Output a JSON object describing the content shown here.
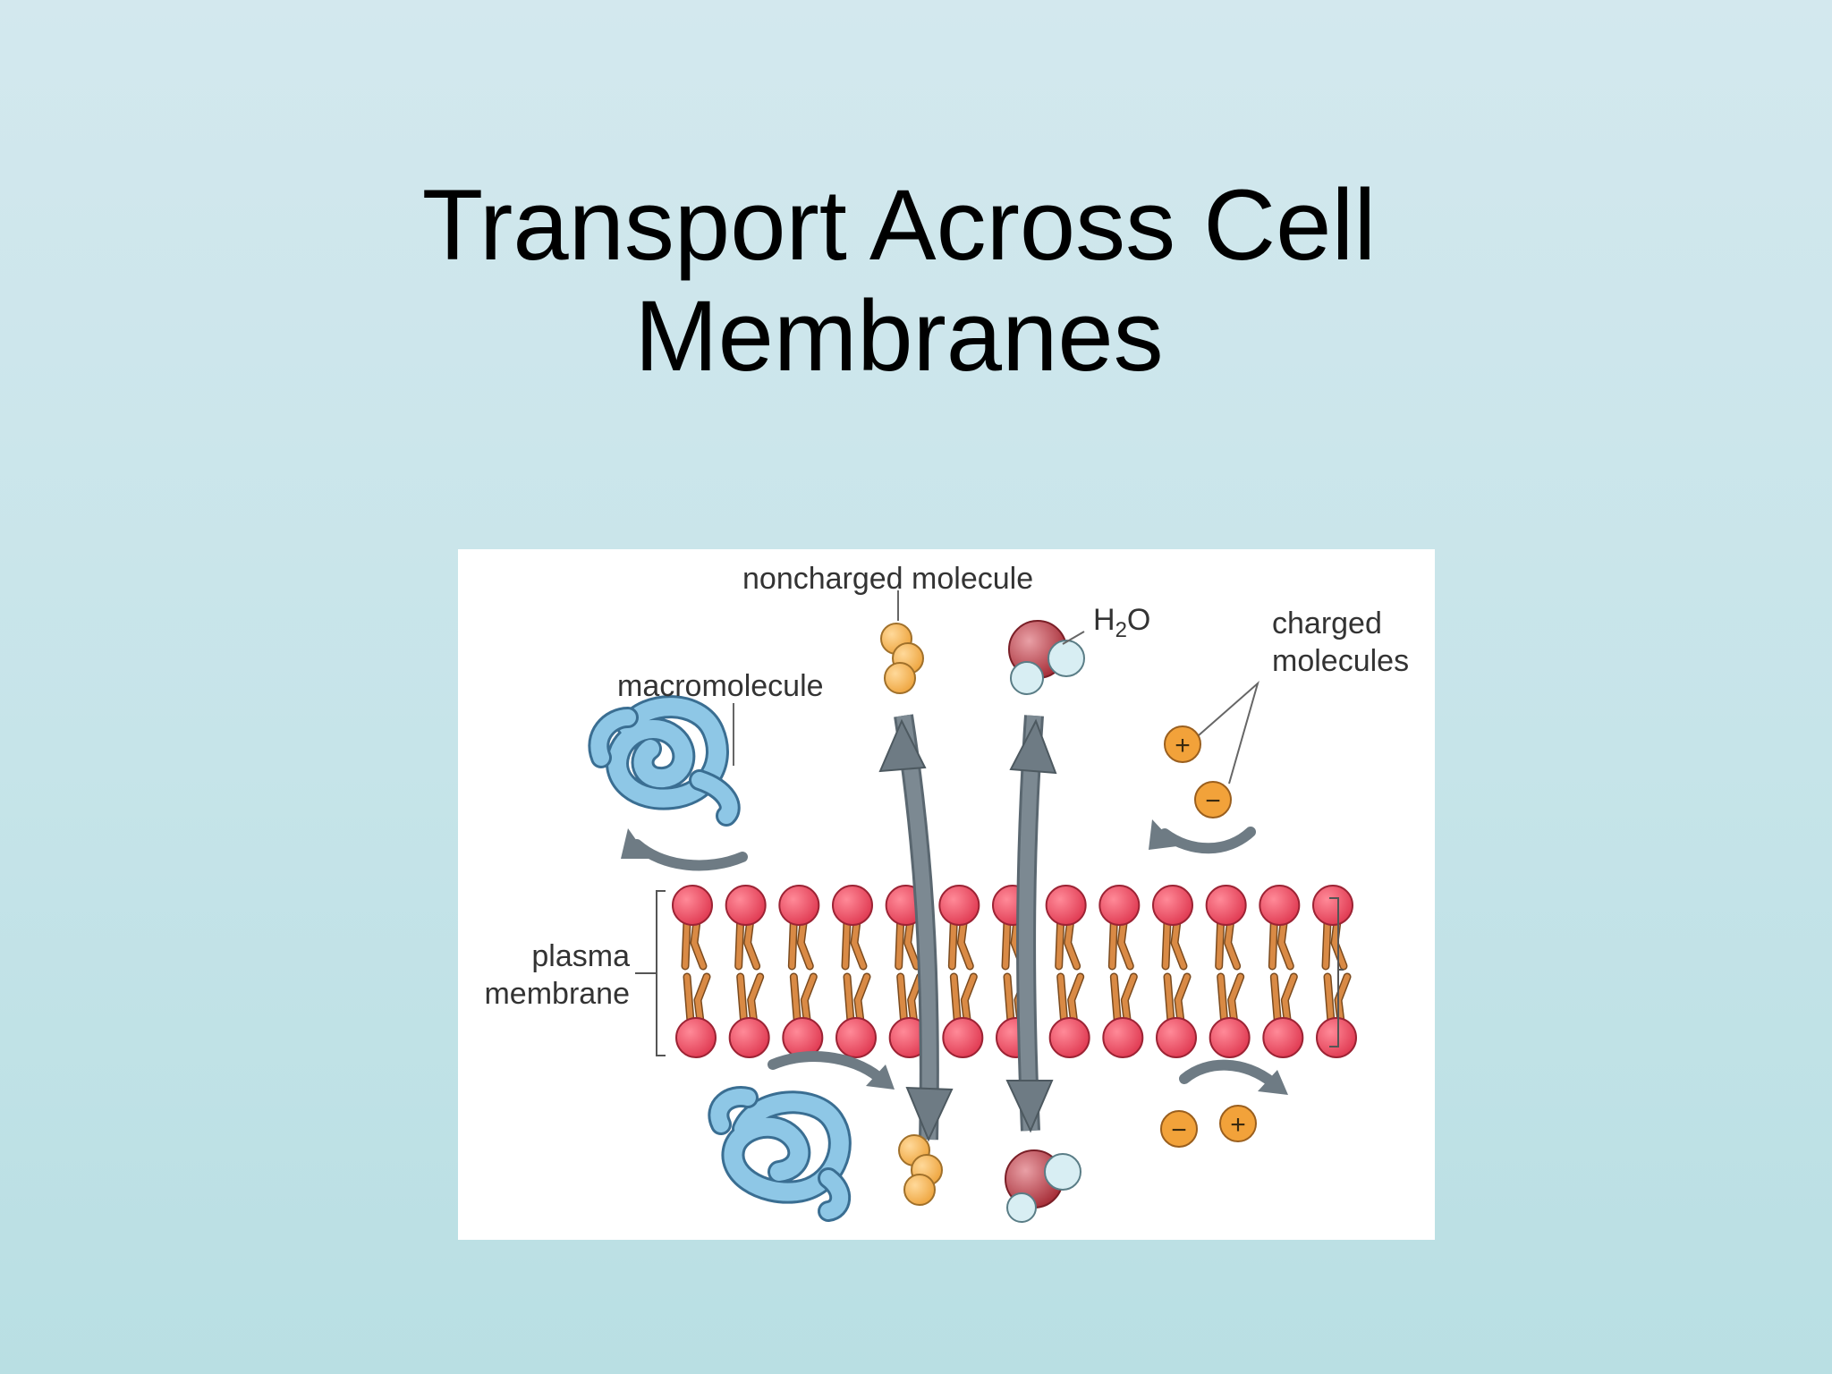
{
  "slide": {
    "title_line1": "Transport Across Cell",
    "title_line2": "Membranes"
  },
  "diagram": {
    "labels": {
      "noncharged": "noncharged molecule",
      "water": "H",
      "water_sub": "2",
      "water_end": "O",
      "charged_line1": "charged",
      "charged_line2": "molecules",
      "macromolecule": "macromolecule",
      "plasma_line1": "plasma",
      "plasma_line2": "membrane"
    },
    "ion_symbols": {
      "plus": "+",
      "minus": "−"
    },
    "colors": {
      "lipid_head": "#e84a5f",
      "lipid_tail": "#d98a45",
      "arrow": "#6e7b84",
      "macromolecule": "#8ec7e6",
      "noncharged": "#f2b24f",
      "water_oxygen": "#b83a43",
      "water_hydrogen": "#d8eef3",
      "ion": "#f2a23a"
    }
  }
}
